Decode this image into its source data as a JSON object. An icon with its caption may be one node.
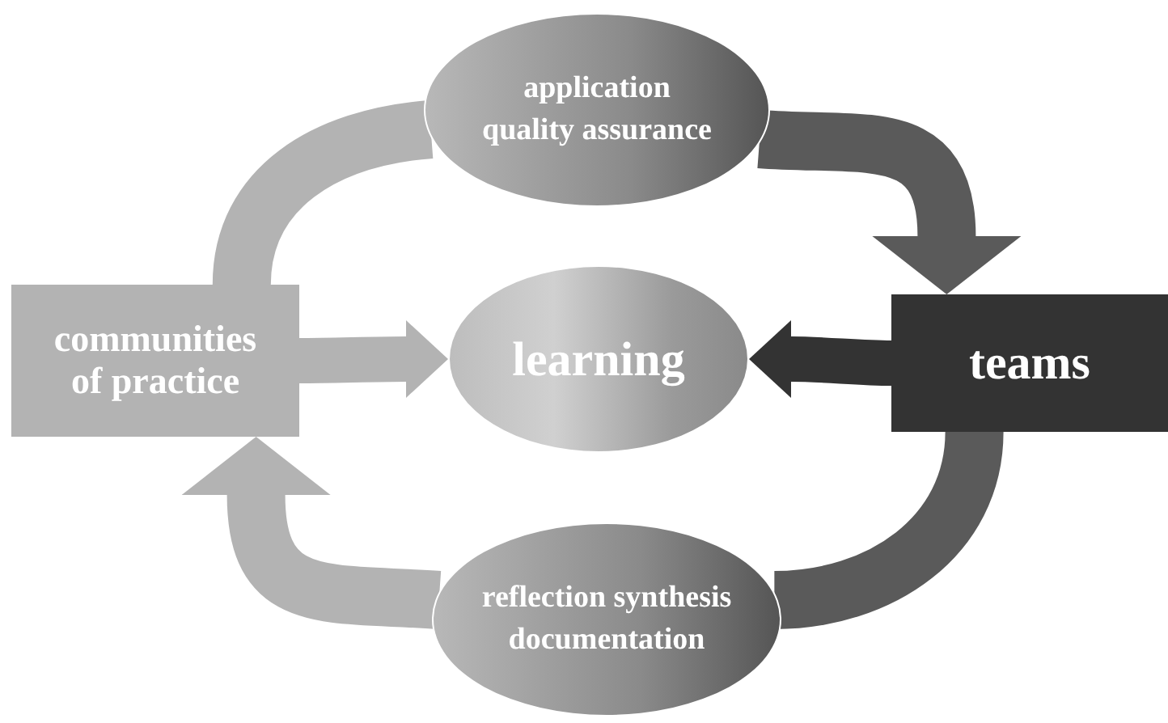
{
  "diagram": {
    "nodes": [
      {
        "text": [
          "application quality assurance"
        ]
      },
      {
        "text": [
          "communities of practice"
        ]
      },
      {
        "text": [
          "learning"
        ]
      },
      {
        "text": [
          "teams"
        ]
      },
      {
        "text": [
          "reflection synthesis documentation"
        ]
      }
    ],
    "edges": [
      {
        "from": 1,
        "to": 0,
        "arrow": "none"
      },
      {
        "from": 0,
        "to": 3,
        "arrow": "to",
        "color": "#5a5a5a"
      },
      {
        "from": 1,
        "to": 2,
        "arrow": "to"
      },
      {
        "from": 3,
        "to": 2,
        "arrow": "to",
        "color": "#333333"
      },
      {
        "from": 3,
        "to": 4,
        "arrow": "none",
        "color": "#5a5a5a"
      },
      {
        "from": 4,
        "to": 1,
        "arrow": "to"
      }
    ]
  }
}
